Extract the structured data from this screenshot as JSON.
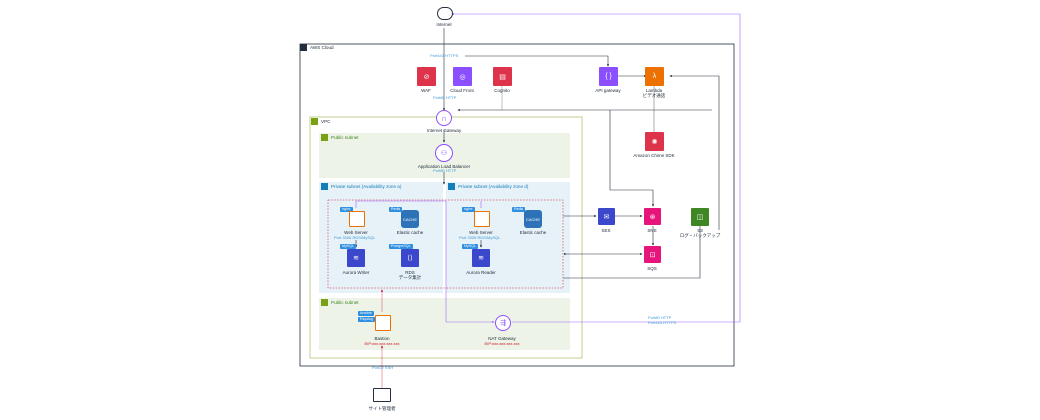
{
  "internet": {
    "label": "Internet"
  },
  "aws_cloud": {
    "title": "AWS Cloud"
  },
  "vpc": {
    "title": "VPC"
  },
  "public_subnet_top": {
    "title": "Public subnet"
  },
  "private_subnet_a": {
    "title": "Private subnet (Availability zone a)"
  },
  "private_subnet_d": {
    "title": "Private subnet (Availability zone d)"
  },
  "public_subnet_bottom": {
    "title": "Public subnet"
  },
  "ports": {
    "api_https": "Port443 HTTPS",
    "igw_http": "Port80 HTTP",
    "alb_http": "Port80 HTTP",
    "web_a": "Port 3306 RDS\\MySQL",
    "web_d": "Port 3306 RDS\\MySQL",
    "ssh": "Port22 SSH",
    "nat_http": "Port80 HTTP",
    "nat_https": "Port443 HTTPS"
  },
  "services": {
    "waf": "WAF",
    "cloudfront": "Cloud Front",
    "cognito": "Cognito",
    "api_gateway": "API gateway",
    "lambda": "Lambda",
    "lambda_sub": "ビデオ通話",
    "chime": "Amazon Chime SDK",
    "igw": "Internet Gateway",
    "alb": "Application Load Balancer",
    "web_a": "Web Server",
    "cache_a": "Elastic cache",
    "aurora_writer": "Aurora Writer",
    "rds_agg": "RDS",
    "rds_agg_sub": "データ集計",
    "web_d": "Web Server",
    "cache_d": "Elastic cache",
    "aurora_reader": "Aurora Reader",
    "ses": "SES",
    "sns": "SNS",
    "sqs": "SQS",
    "s3": "S3",
    "s3_sub": "ログ・バックアップ",
    "bastion": "Bastion",
    "bastion_eip": "EIP:xxx.xxx.xxx.xxx",
    "nat": "NAT Gateway",
    "nat_eip": "EIP:xxx.xxx.xxx.xxx",
    "admin": "サイト管理者"
  },
  "tags": {
    "nginx_a": "nginx",
    "redis_a": "Redis",
    "mysql_a": "MySQL",
    "postgres": "PostgreSQL",
    "nginx_d": "nginx",
    "redis_d": "Redis",
    "mysql_d": "MySQL",
    "ansible": "Ansible",
    "rsyslog": "Rsyslog"
  },
  "cache_glyph": "CACHE"
}
